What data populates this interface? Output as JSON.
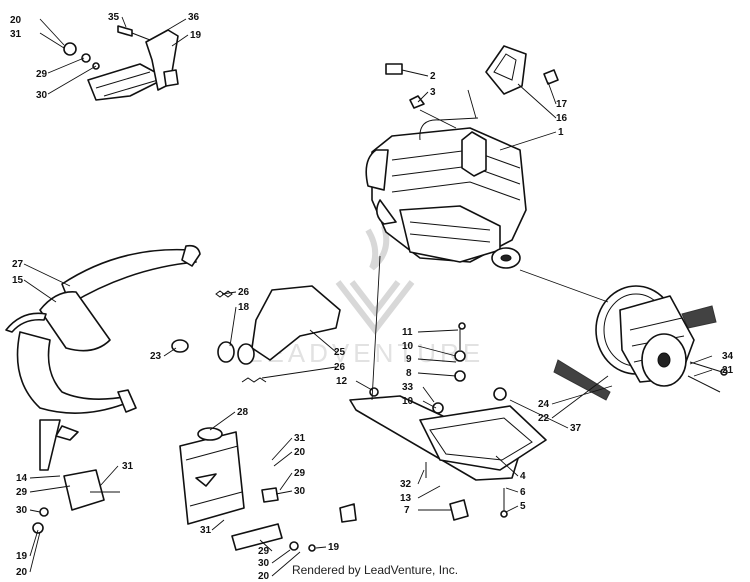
{
  "watermark": {
    "text": "LEADVENTURE"
  },
  "footer": {
    "text": "Rendered by LeadVenture, Inc."
  },
  "callouts": [
    {
      "label": "20"
    },
    {
      "label": "31"
    },
    {
      "label": "35"
    },
    {
      "label": "36"
    },
    {
      "label": "19"
    },
    {
      "label": "29"
    },
    {
      "label": "30"
    },
    {
      "label": "2"
    },
    {
      "label": "3"
    },
    {
      "label": "17"
    },
    {
      "label": "16"
    },
    {
      "label": "1"
    },
    {
      "label": "27"
    },
    {
      "label": "15"
    },
    {
      "label": "26"
    },
    {
      "label": "18"
    },
    {
      "label": "23"
    },
    {
      "label": "25"
    },
    {
      "label": "26"
    },
    {
      "label": "11"
    },
    {
      "label": "10"
    },
    {
      "label": "9"
    },
    {
      "label": "8"
    },
    {
      "label": "12"
    },
    {
      "label": "33"
    },
    {
      "label": "10"
    },
    {
      "label": "28"
    },
    {
      "label": "37"
    },
    {
      "label": "24"
    },
    {
      "label": "22"
    },
    {
      "label": "34"
    },
    {
      "label": "21"
    },
    {
      "label": "31"
    },
    {
      "label": "20"
    },
    {
      "label": "29"
    },
    {
      "label": "30"
    },
    {
      "label": "4"
    },
    {
      "label": "32"
    },
    {
      "label": "13"
    },
    {
      "label": "6"
    },
    {
      "label": "7"
    },
    {
      "label": "5"
    },
    {
      "label": "14"
    },
    {
      "label": "31"
    },
    {
      "label": "29"
    },
    {
      "label": "30"
    },
    {
      "label": "19"
    },
    {
      "label": "20"
    },
    {
      "label": "31"
    },
    {
      "label": "29"
    },
    {
      "label": "30"
    },
    {
      "label": "20"
    },
    {
      "label": "19"
    }
  ]
}
